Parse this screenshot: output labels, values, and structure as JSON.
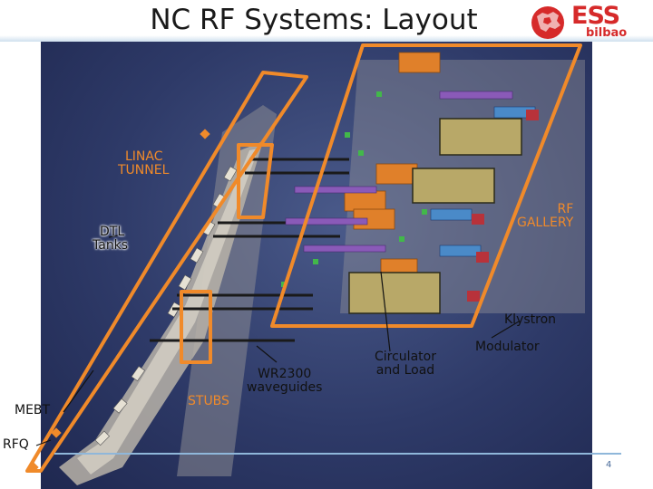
{
  "slide": {
    "title": "NC RF Systems: Layout",
    "page_number": "4"
  },
  "logo": {
    "brand": "ESS",
    "city": "bilbao"
  },
  "labels": {
    "linac_tunnel": [
      "LINAC",
      "TUNNEL"
    ],
    "rf_gallery": [
      "RF",
      "GALLERY"
    ],
    "dtl_tanks": [
      "DTL",
      "Tanks"
    ],
    "klystron": "Klystron",
    "modulator": "Modulator",
    "circulator": [
      "Circulator",
      "and Load"
    ],
    "waveguides": [
      "WR2300",
      "waveguides"
    ],
    "stubs": "STUBS",
    "mebt": "MEBT",
    "rfq": "RFQ"
  },
  "colors": {
    "accent_orange": "#f08a2a",
    "background_blue": "#2e3a68",
    "logo_red": "#d62a2a",
    "footer_line": "#8fb7da"
  }
}
